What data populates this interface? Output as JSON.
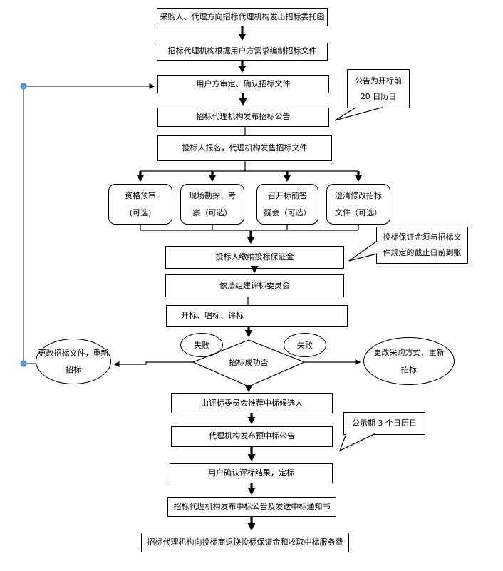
{
  "colors": {
    "stroke": "#000000",
    "shape_fill": "#ffffff",
    "handle_fill": "#5b9bd5",
    "handle_stroke": "#41719c"
  },
  "nodes": {
    "issue_letter": {
      "label": "采购人、代理方向招标代理机构发出招标委托函"
    },
    "prepare_docs": {
      "label": "招标代理机构根据用户方需求编制招标文件"
    },
    "confirm_docs": {
      "label": "用户方审定、确认招标文件"
    },
    "publish_announcement": {
      "label": "招标代理机构发布招标公告"
    },
    "bidder_signup": {
      "label": "投标人报名，代理机构发售招标文件"
    },
    "prequalification": {
      "label": "资格预审\n(可选)"
    },
    "site_survey": {
      "label": "现场勘探、考\n察（可选）"
    },
    "qa_meeting": {
      "label": "召开标前答\n疑会（可选）"
    },
    "clarify_docs": {
      "label": "澄清修改招标\n文件（可选）"
    },
    "pay_deposit": {
      "label": "投标人缴纳投标保证金"
    },
    "form_committee": {
      "label": "依法组建评标委员会"
    },
    "open_bids": {
      "label": "开标、唱标、评标"
    },
    "decision": {
      "label": "招标成功否"
    },
    "fail_left": {
      "label": "失败"
    },
    "fail_right": {
      "label": "失败"
    },
    "redo_docs": {
      "label": "更改招标文件，重新\n招标"
    },
    "redo_method": {
      "label": "更改采购方式，重新\n招标"
    },
    "recommend_candidates": {
      "label": "由评标委员会推荐中标候选人"
    },
    "pre_award_announcement": {
      "label": "代理机构发布预中标公告"
    },
    "confirm_result": {
      "label": "用户确认评标结果，定标"
    },
    "award_announcement": {
      "label": "招标代理机构发布中标公告及发送中标通知书"
    },
    "refund_deposit": {
      "label": "招标代理机构向投标商退换投标保证金和收取中标服务费"
    }
  },
  "callouts": {
    "announcement_period": {
      "label": "公告为开标前\n20 日历日"
    },
    "deposit_deadline": {
      "label": "投标保证金须与招标文\n件规定的截止日前到账"
    },
    "publicity_period": {
      "label": "公示期 3 个日历日"
    }
  }
}
